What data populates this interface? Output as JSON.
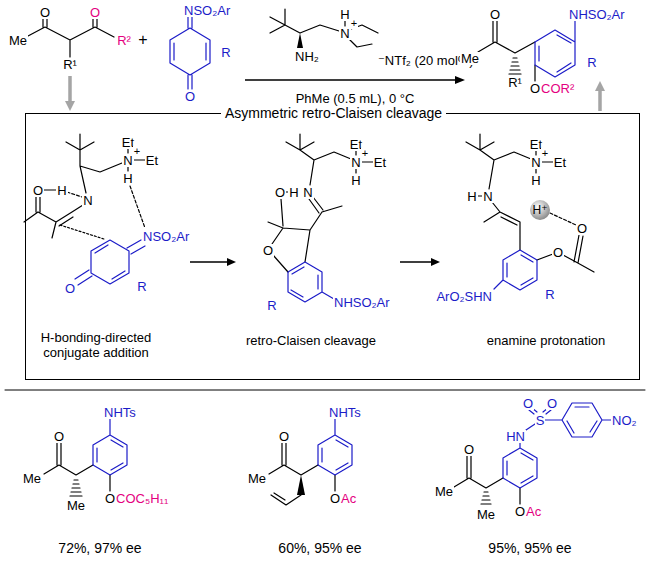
{
  "diagram": {
    "nodes": [
      {
        "text": [
          "Asymmetric retro-Claisen cleavage",
          "H-bonding-directed conjugate addition",
          "retro-Claisen cleavage",
          "enamine protonation"
        ]
      }
    ],
    "labels": [
      "O",
      "O",
      "Me",
      "R²",
      "R¹",
      "+",
      "NSO₂Ar",
      "R",
      "O",
      "NH₂",
      "H",
      "N",
      "+",
      "⁻NTf₂ (20 mol%)",
      "PhMe (0.5 mL), 0 °C",
      "O",
      "Me",
      "R¹",
      "NHSO₂Ar",
      "R",
      "O",
      "COR²",
      "Et",
      "N",
      "+",
      "Et",
      "H",
      "O",
      "H",
      "N",
      "NSO₂Ar",
      "O",
      "R",
      "O",
      "H",
      "N",
      "Et",
      "N",
      "+",
      "Et",
      "H",
      "O",
      "R",
      "NHSO₂Ar",
      "Et",
      "N",
      "+",
      "Et",
      "H",
      "H",
      "N",
      "H⁺",
      "O",
      "O",
      "ArO₂SHN",
      "R",
      "NHTs",
      "O",
      "Me",
      "Me",
      "O",
      "COC₅H₁₁",
      "72%, 97% ee",
      "NHTs",
      "O",
      "Me",
      "O",
      "Ac",
      "60%, 95% ee",
      "HN",
      "S",
      "O",
      "O",
      "NO₂",
      "O",
      "Me",
      "Me",
      "O",
      "Ac",
      "95%, 95% ee"
    ]
  }
}
